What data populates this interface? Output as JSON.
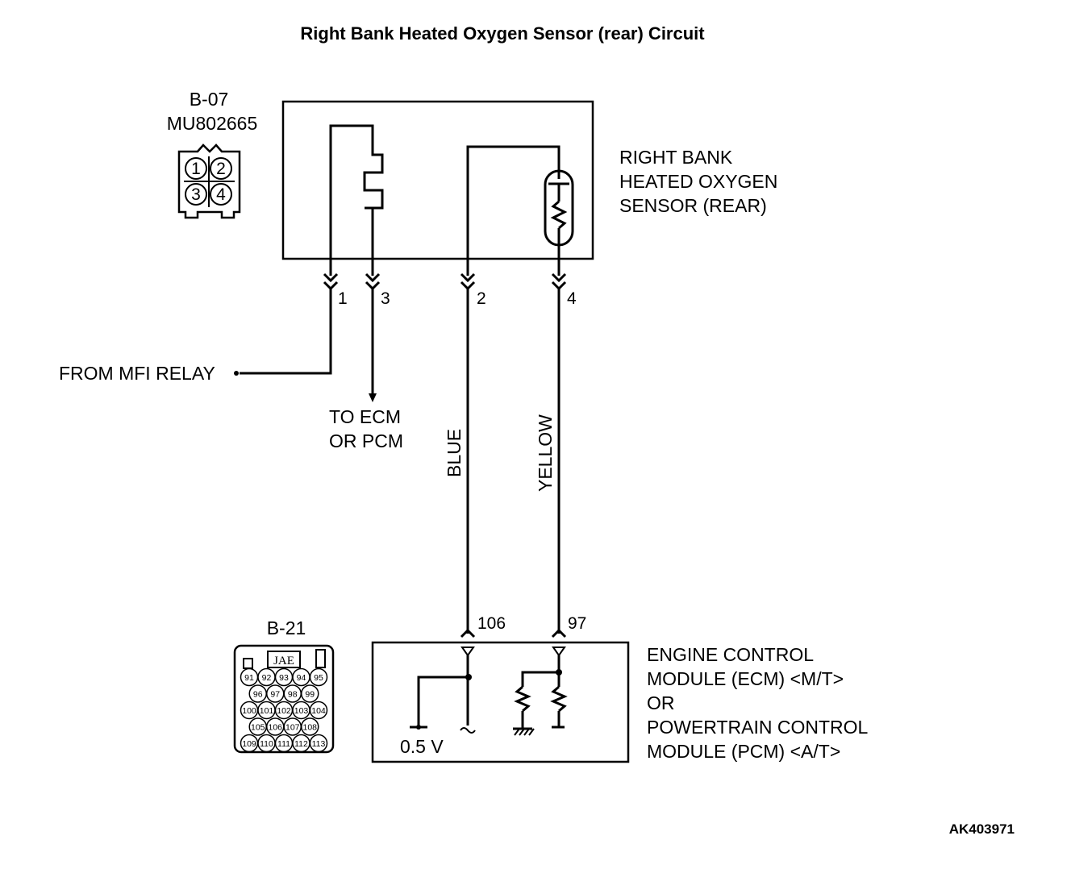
{
  "title": "Right Bank Heated Oxygen Sensor (rear) Circuit",
  "sensor_connector": {
    "id": "B-07",
    "part": "MU802665",
    "pins": [
      "1",
      "2",
      "3",
      "4"
    ]
  },
  "sensor_label": [
    "RIGHT BANK",
    "HEATED OXYGEN",
    "SENSOR (REAR)"
  ],
  "sensor_pins": {
    "p1": "1",
    "p3": "3",
    "p2": "2",
    "p4": "4"
  },
  "from_relay": "FROM MFI RELAY",
  "to_ecm": [
    "TO ECM",
    "OR PCM"
  ],
  "wire_colors": {
    "pin2": "BLUE",
    "pin4": "YELLOW"
  },
  "ecm_terminals": {
    "t106": "106",
    "t97": "97"
  },
  "ecm_connector": {
    "id": "B-21",
    "maker": "JAE",
    "rows": [
      [
        "91",
        "92",
        "93",
        "94",
        "95"
      ],
      [
        "96",
        "97",
        "98",
        "99"
      ],
      [
        "100",
        "101",
        "102",
        "103",
        "104"
      ],
      [
        "105",
        "106",
        "107",
        "108"
      ],
      [
        "109",
        "110",
        "111",
        "112",
        "113"
      ]
    ]
  },
  "ecm_label": [
    "ENGINE CONTROL",
    "MODULE (ECM) <M/T>",
    "OR",
    "POWERTRAIN CONTROL",
    "MODULE (PCM) <A/T>"
  ],
  "reference_voltage": "0.5 V",
  "figure_code": "AK403971"
}
